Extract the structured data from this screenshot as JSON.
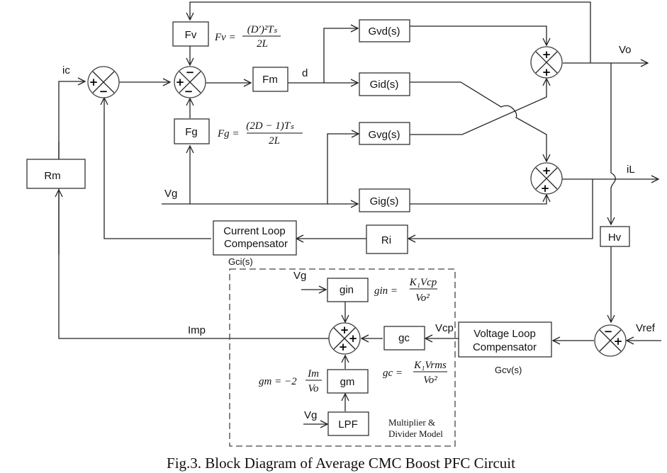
{
  "caption": "Fig.3. Block Diagram of Average CMC Boost PFC Circuit",
  "blocks": {
    "fv": "Fv",
    "fm": "Fm",
    "fg": "Fg",
    "gvd": "Gvd(s)",
    "gid": "Gid(s)",
    "gvg": "Gvg(s)",
    "gig": "Gig(s)",
    "rm": "Rm",
    "ri": "Ri",
    "hv": "Hv",
    "current_comp_line1": "Current Loop",
    "current_comp_line2": "Compensator",
    "voltage_comp_line1": "Voltage Loop",
    "voltage_comp_line2": "Compensator",
    "gin": "gin",
    "gc": "gc",
    "gm": "gm",
    "lpf": "LPF"
  },
  "signals": {
    "ic": "ic",
    "d": "d",
    "vg_top": "Vg",
    "vo": "Vo",
    "il": "iL",
    "vref": "Vref",
    "vcp": "Vcp",
    "imp": "Imp",
    "vg_gin": "Vg",
    "vg_lpf": "Vg"
  },
  "annotations": {
    "gci": "Gci(s)",
    "gcv": "Gcv(s)",
    "multiplier_line1": "Multiplier &",
    "multiplier_line2": "Divider Model"
  },
  "equations": {
    "fv_lhs": "Fv =",
    "fv_num": "(D′)²Tₛ",
    "fv_den": "2L",
    "fg_lhs": "Fg =",
    "fg_num": "(2D − 1)Tₛ",
    "fg_den": "2L",
    "gin_lhs": "gin =",
    "gin_num": "K₁Vcp",
    "gin_den": "Vo²",
    "gc_lhs": "gc =",
    "gc_num": "K₁Vrms",
    "gc_den": "Vo²",
    "gm_lhs": "gm = −2",
    "gm_num": "Im",
    "gm_den": "Vo"
  },
  "summing_junctions": [
    {
      "id": "sum-ic",
      "signs": {
        "left": "+",
        "bottom": "−"
      }
    },
    {
      "id": "sum-fm",
      "signs": {
        "top": "−",
        "left": "+",
        "bottom": "−"
      }
    },
    {
      "id": "sum-vo",
      "signs": {
        "top": "+",
        "bottom": "+"
      }
    },
    {
      "id": "sum-il",
      "signs": {
        "top": "+",
        "bottom": "+"
      }
    },
    {
      "id": "sum-vref",
      "signs": {
        "top": "−",
        "right": "+"
      }
    },
    {
      "id": "sum-imp",
      "signs": {
        "top": "+",
        "right": "+",
        "bottom": "+"
      }
    }
  ]
}
